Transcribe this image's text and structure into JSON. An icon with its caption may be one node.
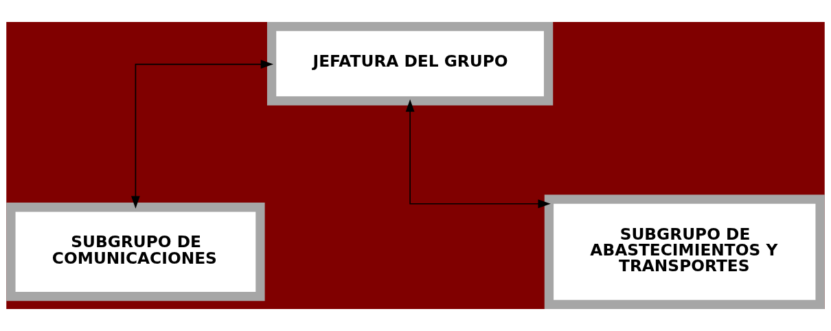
{
  "diagram": {
    "nodes": [
      {
        "text": [
          "JEFATURA DEL GRUPO"
        ]
      },
      {
        "text": [
          "SUBGRUPO DE COMUNICACIONES"
        ]
      },
      {
        "text": [
          "SUBGRUPO DE ABASTECIMIENTOS Y TRANSPORTES"
        ]
      }
    ],
    "edges": [
      {
        "from": 0,
        "to": 1,
        "arrow": "both"
      },
      {
        "from": 0,
        "to": 2,
        "arrow": "both"
      }
    ]
  }
}
